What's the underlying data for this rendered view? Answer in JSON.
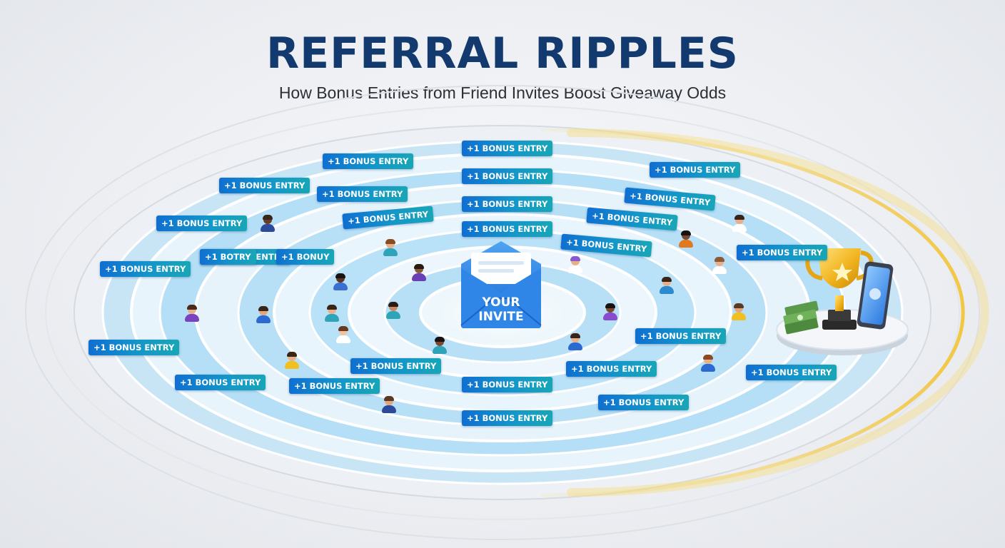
{
  "title": "REFERRAL RIPPLES",
  "subtitle": "How Bonus Entries from Friend Invites Boost Giveaway Odds",
  "center": {
    "label_line1": "YOUR",
    "label_line2": "INVITE",
    "icon": "envelope-icon"
  },
  "prize": {
    "icons": [
      "trophy-icon",
      "cash-stack-icon",
      "smartphone-icon"
    ]
  },
  "colors": {
    "title": "#123a6e",
    "badge_start": "#0f6fd1",
    "badge_end": "#18a6b6",
    "ripple": "#8fd0f2",
    "gold_glow": "#f3c53a"
  },
  "badges": [
    {
      "text": "+1 BONUS ENTRY"
    },
    {
      "text": "+1 BONUS ENTRY"
    },
    {
      "text": "+1 BONUS ENTRY"
    },
    {
      "text": "+1 BONUS ENTRY"
    },
    {
      "text": "+1 BONUS ENTRY"
    },
    {
      "text": "+1 BONUS ENTRY"
    },
    {
      "text": "+1 BONUS ENTRY"
    },
    {
      "text": "+1 BONUS ENTRY"
    },
    {
      "text": "+1 BONUS ENTRY"
    },
    {
      "text": "+1 BONUS ENTRY"
    },
    {
      "text": "+1 BONUS ENTRY"
    },
    {
      "text": "+1 BONUS ENTRY"
    },
    {
      "text": "+1 BOTRY"
    },
    {
      "text": "+1 BONUY"
    },
    {
      "text": "+1 BONUS ENTRY"
    },
    {
      "text": "+1 BONUS ENTRY"
    },
    {
      "text": "+1 BONUS ENTRY"
    },
    {
      "text": "+1 BONUS ENTRY"
    },
    {
      "text": "+1 BONUS ENTRY"
    },
    {
      "text": "+1 BONUS ENTRY"
    },
    {
      "text": "+1 BONUS ENTRY"
    },
    {
      "text": "+1 BONUS ENTRY"
    },
    {
      "text": "+1 BONUS ENTRY"
    },
    {
      "text": "+1 BONUS ENTRY"
    },
    {
      "text": "+1 BONUS ENTRY"
    },
    {
      "text": "+1 BONUS ENTRY"
    },
    {
      "text": "+1 BONUS ENTRY"
    },
    {
      "text": "+1 BONUS ENTRY"
    }
  ]
}
